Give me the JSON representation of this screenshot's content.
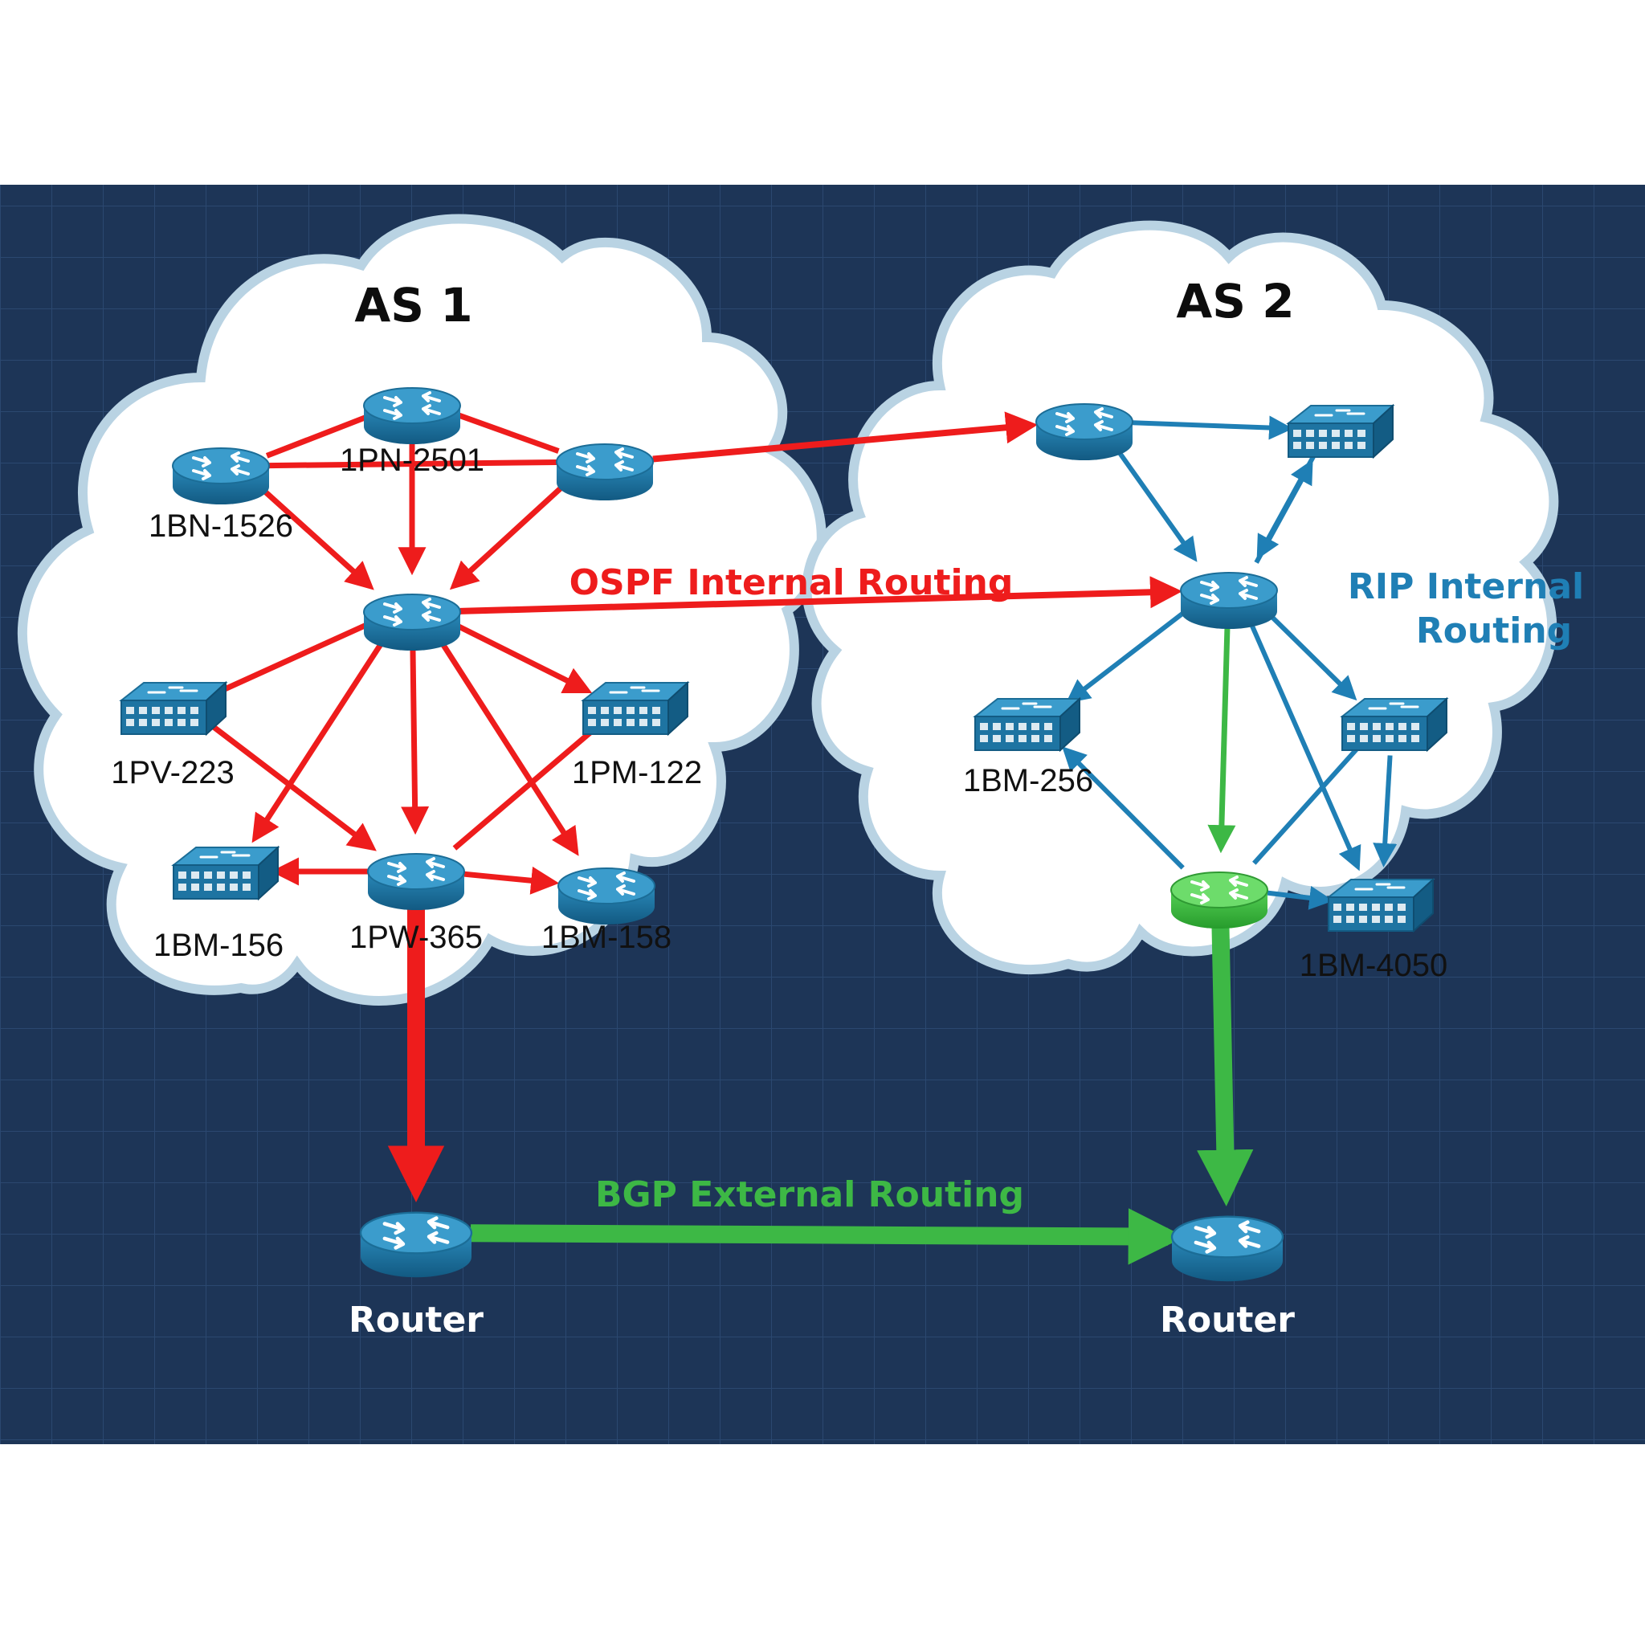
{
  "colors": {
    "background": "#1d3557",
    "grid": "#2b4870",
    "cloud_fill": "#ffffff",
    "cloud_edge": "#b9d3e3",
    "ospf": "#ee1c1c",
    "rip": "#1f7fb5",
    "bgp": "#3db845",
    "device": "#1e74a2",
    "device_dark": "#135c84",
    "device_green": "#3dbb3f"
  },
  "as1": {
    "title": "AS 1",
    "protocol_label": "OSPF Internal Routing",
    "nodes": [
      {
        "id": "1BN-1526",
        "label": "1BN-1526",
        "kind": "router"
      },
      {
        "id": "1PN-2501",
        "label": "1PN-2501",
        "kind": "router"
      },
      {
        "id": "as1-right",
        "label": "",
        "kind": "router"
      },
      {
        "id": "as1-core",
        "label": "",
        "kind": "router"
      },
      {
        "id": "1PV-223",
        "label": "1PV-223",
        "kind": "switch"
      },
      {
        "id": "1PM-122",
        "label": "1PM-122",
        "kind": "switch"
      },
      {
        "id": "1BM-156",
        "label": "1BM-156",
        "kind": "switch"
      },
      {
        "id": "1PW-365",
        "label": "1PW-365",
        "kind": "router"
      },
      {
        "id": "1BM-158",
        "label": "1BM-158",
        "kind": "router"
      }
    ]
  },
  "as2": {
    "title": "AS 2",
    "protocol_label_line1": "RIP Internal",
    "protocol_label_line2": "Routing",
    "nodes": [
      {
        "id": "as2-top",
        "label": "",
        "kind": "router"
      },
      {
        "id": "as2-switch-top",
        "label": "",
        "kind": "switch"
      },
      {
        "id": "as2-core",
        "label": "",
        "kind": "router"
      },
      {
        "id": "1BM-256",
        "label": "1BM-256",
        "kind": "switch"
      },
      {
        "id": "as2-switch-mid",
        "label": "",
        "kind": "switch"
      },
      {
        "id": "as2-green",
        "label": "",
        "kind": "router-green"
      },
      {
        "id": "1BM-4050",
        "label": "1BM-4050",
        "kind": "switch"
      }
    ]
  },
  "external": {
    "protocol_label": "BGP External Routing",
    "left_router_label": "Router",
    "right_router_label": "Router"
  },
  "links": [
    {
      "from": "1BN-1526",
      "to": "1PN-2501",
      "protocol": "ospf",
      "arrow": false
    },
    {
      "from": "1PN-2501",
      "to": "as1-right",
      "protocol": "ospf",
      "arrow": false
    },
    {
      "from": "1BN-1526",
      "to": "as1-right",
      "protocol": "ospf",
      "arrow": false
    },
    {
      "from": "1BN-1526",
      "to": "as1-core",
      "protocol": "ospf",
      "arrow": true
    },
    {
      "from": "1PN-2501",
      "to": "as1-core",
      "protocol": "ospf",
      "arrow": true
    },
    {
      "from": "as1-right",
      "to": "as1-core",
      "protocol": "ospf",
      "arrow": true
    },
    {
      "from": "as1-core",
      "to": "1PV-223",
      "protocol": "ospf",
      "arrow": false
    },
    {
      "from": "as1-core",
      "to": "1PM-122",
      "protocol": "ospf",
      "arrow": true
    },
    {
      "from": "as1-core",
      "to": "1BM-156",
      "protocol": "ospf",
      "arrow": true
    },
    {
      "from": "as1-core",
      "to": "1PW-365",
      "protocol": "ospf",
      "arrow": true
    },
    {
      "from": "as1-core",
      "to": "1BM-158",
      "protocol": "ospf",
      "arrow": true
    },
    {
      "from": "1PV-223",
      "to": "1PW-365",
      "protocol": "ospf",
      "arrow": true
    },
    {
      "from": "1PM-122",
      "to": "1PW-365",
      "protocol": "ospf",
      "arrow": false
    },
    {
      "from": "1PW-365",
      "to": "1BM-156",
      "protocol": "ospf",
      "arrow": true
    },
    {
      "from": "1PW-365",
      "to": "1BM-158",
      "protocol": "ospf",
      "arrow": true
    },
    {
      "from": "as1-right",
      "to": "as2-top",
      "protocol": "ospf",
      "arrow": true
    },
    {
      "from": "as1-core",
      "to": "as2-core",
      "protocol": "ospf",
      "arrow": true
    },
    {
      "from": "as2-top",
      "to": "as2-switch-top",
      "protocol": "rip",
      "arrow": true
    },
    {
      "from": "as2-top",
      "to": "as2-core",
      "protocol": "rip",
      "arrow": true
    },
    {
      "from": "as2-core",
      "to": "as2-switch-top",
      "protocol": "rip",
      "arrow": true
    },
    {
      "from": "as2-switch-top",
      "to": "as2-core",
      "protocol": "rip",
      "arrow": true
    },
    {
      "from": "as2-core",
      "to": "1BM-256",
      "protocol": "rip",
      "arrow": true
    },
    {
      "from": "as2-core",
      "to": "as2-switch-mid",
      "protocol": "rip",
      "arrow": true
    },
    {
      "from": "as2-core",
      "to": "1BM-4050",
      "protocol": "rip",
      "arrow": true
    },
    {
      "from": "as2-switch-mid",
      "to": "1BM-4050",
      "protocol": "rip",
      "arrow": true
    },
    {
      "from": "as2-switch-mid",
      "to": "as2-green",
      "protocol": "rip",
      "arrow": false
    },
    {
      "from": "as2-green",
      "to": "1BM-256",
      "protocol": "rip",
      "arrow": true
    },
    {
      "from": "as2-green",
      "to": "1BM-4050",
      "protocol": "rip",
      "arrow": true
    },
    {
      "from": "as2-core",
      "to": "as2-green",
      "protocol": "bgp",
      "arrow": true
    },
    {
      "from": "1PW-365",
      "to": "left-router",
      "protocol": "ospf",
      "arrow": true
    },
    {
      "from": "as2-green",
      "to": "right-router",
      "protocol": "bgp",
      "arrow": true
    },
    {
      "from": "left-router",
      "to": "right-router",
      "protocol": "bgp",
      "arrow": true
    }
  ]
}
